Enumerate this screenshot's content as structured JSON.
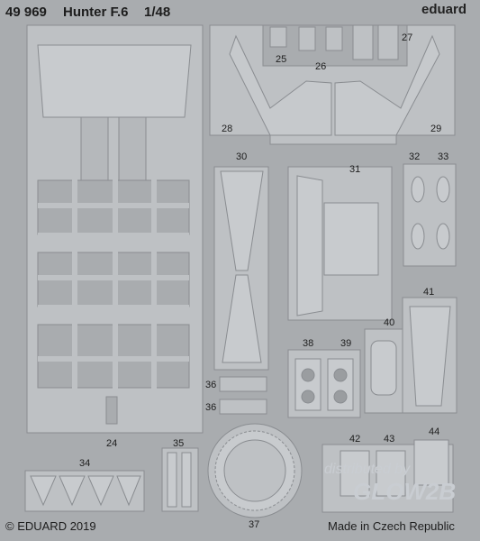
{
  "header": {
    "set_number": "49 969",
    "model": "Hunter F.6",
    "scale": "1/48",
    "brand": "eduard"
  },
  "footer": {
    "copyright": "© EDUARD 2019",
    "origin": "Made in Czech Republic"
  },
  "watermark": {
    "line1": "distributed by",
    "line2": "GLOW2B"
  },
  "parts": {
    "p24": "24",
    "p25": "25",
    "p26": "26",
    "p27": "27",
    "p28": "28",
    "p29": "29",
    "p30": "30",
    "p31": "31",
    "p32": "32",
    "p33": "33",
    "p34": "34",
    "p35": "35",
    "p36a": "36",
    "p36b": "36",
    "p37": "37",
    "p38": "38",
    "p39": "39",
    "p40": "40",
    "p41": "41",
    "p42": "42",
    "p43": "43",
    "p44": "44"
  },
  "colors": {
    "fret": "#a9acaf",
    "part": "#bec1c4",
    "etch_line": "#7d8084",
    "label": "#1d1d1d"
  }
}
